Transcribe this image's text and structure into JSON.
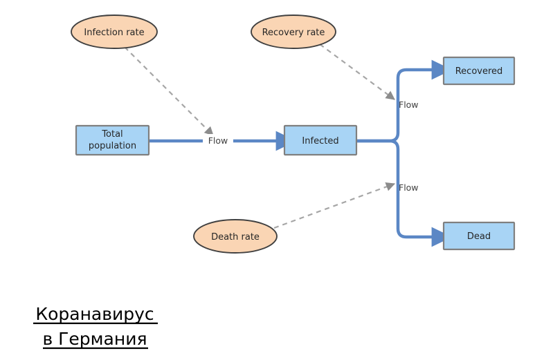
{
  "diagram": {
    "type": "stock-and-flow",
    "title": {
      "line1": "Коранавирус",
      "line2": "в Германия",
      "underlined": true
    },
    "colors": {
      "stock_fill": "#a8d4f5",
      "stock_stroke": "#7f7f7f",
      "rate_fill": "#fad5b4",
      "rate_stroke": "#404040",
      "flow_arrow": "#5b87c5",
      "dashed_link": "#a6a6a6",
      "text": "#262626"
    },
    "stocks": [
      {
        "id": "total-population",
        "label_line1": "Total",
        "label_line2": "population"
      },
      {
        "id": "infected",
        "label_line1": "Infected",
        "label_line2": ""
      },
      {
        "id": "recovered",
        "label_line1": "Recovered",
        "label_line2": ""
      },
      {
        "id": "dead",
        "label_line1": "Dead",
        "label_line2": ""
      }
    ],
    "rates": [
      {
        "id": "infection-rate",
        "label": "Infection rate"
      },
      {
        "id": "recovery-rate",
        "label": "Recovery rate"
      },
      {
        "id": "death-rate",
        "label": "Death rate"
      }
    ],
    "flows": [
      {
        "id": "flow-infection",
        "label": "Flow",
        "from": "total-population",
        "to": "infected"
      },
      {
        "id": "flow-recovery",
        "label": "Flow",
        "from": "infected",
        "to": "recovered"
      },
      {
        "id": "flow-death",
        "label": "Flow",
        "from": "infected",
        "to": "dead"
      }
    ],
    "links": [
      {
        "id": "link-infection-rate",
        "from": "infection-rate",
        "to": "flow-infection",
        "style": "dashed"
      },
      {
        "id": "link-recovery-rate",
        "from": "recovery-rate",
        "to": "flow-recovery",
        "style": "dashed"
      },
      {
        "id": "link-death-rate",
        "from": "death-rate",
        "to": "flow-death",
        "style": "dashed"
      }
    ]
  }
}
